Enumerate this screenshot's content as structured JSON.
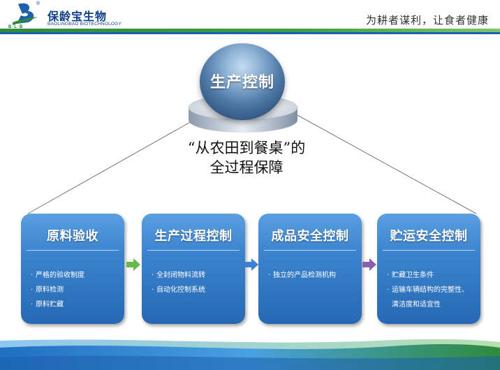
{
  "header": {
    "logo_cn": "保龄宝生物",
    "logo_en": "BAOLINGBAO BIOTECHNOLOGY",
    "logo_mark_text": "B·L·B",
    "registered": "®",
    "slogan": "为耕者谋利，让食者健康"
  },
  "hub": {
    "title": "生产控制",
    "subtitle_line1": "“从农田到餐桌”的",
    "subtitle_line2": "全过程保障"
  },
  "stages": [
    {
      "title": "原料验收",
      "items": [
        "严格的验收制度",
        "原料检测",
        "原料贮藏"
      ]
    },
    {
      "title": "生产过程控制",
      "items": [
        "全封闭物料流转",
        "自动化控制系统"
      ]
    },
    {
      "title": "成品安全控制",
      "items": [
        "独立的产品检测机构"
      ]
    },
    {
      "title": "贮运安全控制",
      "items": [
        "贮藏卫生条件",
        "运输车辆结构的完整性、清洁度和适宜性"
      ]
    }
  ],
  "colors": {
    "header_green": "#2e8b3a",
    "header_blue": "#1b5fad",
    "box_blue": "#3c84cf",
    "arrow_green": "#66b84a",
    "arrow_blue": "#3d7fd0",
    "arrow_purple": "#8a5fb0"
  }
}
